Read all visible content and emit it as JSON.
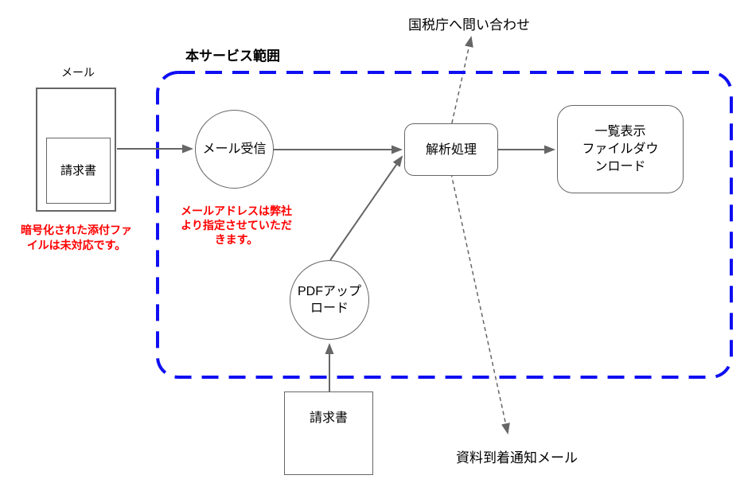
{
  "scope": {
    "label": "本サービス範囲",
    "border_color": "#0f0ff2"
  },
  "nodes": {
    "mail_window": {
      "label": "メール",
      "invoice": "請求書"
    },
    "mail_receive": {
      "label": "メール受信"
    },
    "analysis": {
      "label": "解析処理"
    },
    "download": {
      "lines": [
        "一覧表示",
        "ファイルダウ",
        "ンロード"
      ]
    },
    "pdf_upload": {
      "lines": [
        "PDFアップ",
        "ロード"
      ]
    },
    "invoice_upload": {
      "label": "請求書"
    }
  },
  "notes": {
    "color": "#ff0000",
    "encrypted": {
      "lines": [
        "暗号化された添付ファ",
        "イルは未対応です。"
      ]
    },
    "mail_address": {
      "lines": [
        "メールアドレスは弊社",
        "より指定させていただ",
        "きます。"
      ]
    }
  },
  "external": {
    "nta_inquiry": "国税庁へ問い合わせ",
    "arrival_notice": "資料到着通知メール"
  },
  "style": {
    "line_color": "#666666"
  }
}
